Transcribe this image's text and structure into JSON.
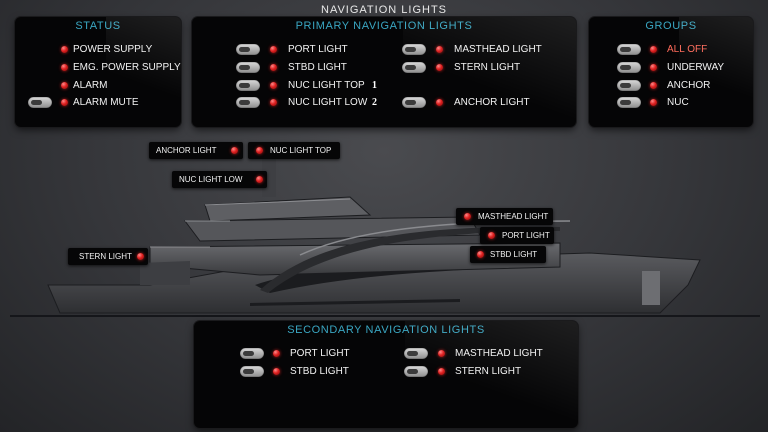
{
  "title": "NAVIGATION LIGHTS",
  "status": {
    "title": "STATUS",
    "items": [
      "POWER SUPPLY",
      "EMG. POWER SUPPLY",
      "ALARM",
      "ALARM MUTE"
    ]
  },
  "primary": {
    "title": "PRIMARY NAVIGATION LIGHTS",
    "left": [
      "PORT LIGHT",
      "STBD LIGHT",
      "NUC LIGHT TOP",
      "NUC LIGHT LOW"
    ],
    "numbers": [
      "1",
      "2"
    ],
    "right": [
      "MASTHEAD LIGHT",
      "STERN LIGHT",
      "ANCHOR LIGHT"
    ]
  },
  "groups": {
    "title": "GROUPS",
    "items": [
      "ALL OFF",
      "UNDERWAY",
      "ANCHOR",
      "NUC"
    ]
  },
  "tags": {
    "anchor": "ANCHOR LIGHT",
    "nuc_top": "NUC LIGHT TOP",
    "nuc_low": "NUC LIGHT LOW",
    "stern": "STERN LIGHT",
    "masthead": "MASTHEAD LIGHT",
    "port": "PORT LIGHT",
    "stbd": "STBD LIGHT"
  },
  "secondary": {
    "title": "SECONDARY NAVIGATION LIGHTS",
    "left": [
      "PORT LIGHT",
      "STBD LIGHT"
    ],
    "right": [
      "MASTHEAD LIGHT",
      "STERN LIGHT"
    ]
  },
  "colors": {
    "accent": "#3aa7c3",
    "led": "#e02020",
    "alert": "#ff6a5a"
  }
}
